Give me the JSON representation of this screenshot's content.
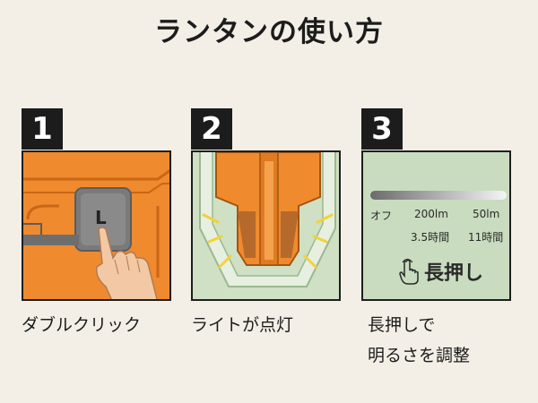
{
  "title": "ランタンの使い方",
  "steps": [
    {
      "number": "1",
      "key_letter": "L",
      "caption_lines": [
        "ダブルクリック"
      ]
    },
    {
      "number": "2",
      "caption_lines": [
        "ライトが点灯"
      ]
    },
    {
      "number": "3",
      "caption_lines": [
        "長押しで",
        "明るさを調整"
      ],
      "modes": [
        {
          "label": "オフ"
        },
        {
          "label": "200lm",
          "runtime": "3.5時間"
        },
        {
          "label": "50lm",
          "runtime": "11時間"
        }
      ],
      "press_label": "長押し"
    }
  ],
  "colors": {
    "orange": "#f08a2e",
    "green": "#cfe0c4",
    "dark": "#1c1c1c"
  },
  "icons": [
    "hand-pointer-icon",
    "touch-hand-icon"
  ]
}
